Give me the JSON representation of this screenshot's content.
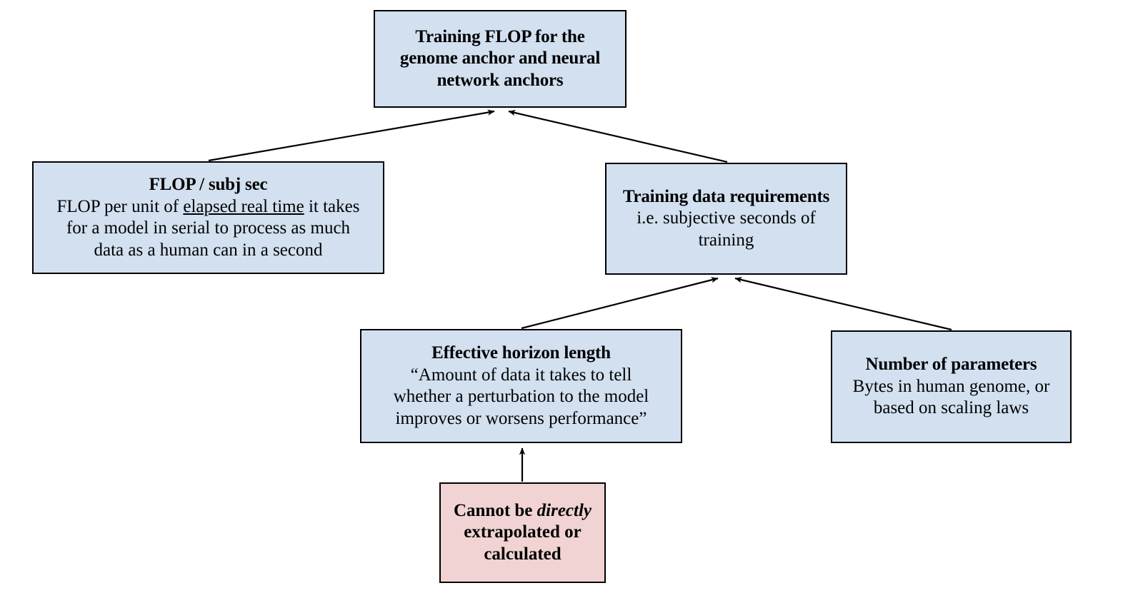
{
  "diagram": {
    "type": "flowchart",
    "background_color": "#ffffff",
    "node_fill_blue": "#d2e0f0",
    "node_fill_pink": "#f0d3d2",
    "node_border_color": "#000000",
    "connector_color": "#000000",
    "nodes": {
      "training_flop": {
        "title": "Training FLOP for the\ngenome anchor and neural\nnetwork anchors",
        "body": ""
      },
      "flop_subj_sec": {
        "title": "FLOP / subj sec",
        "body_part1": "FLOP per unit of ",
        "body_underlined": "elapsed real time",
        "body_part2": " it takes\nfor a model in serial  to process as much\ndata as a human can in a second"
      },
      "training_data_requirements": {
        "title": "Training data requirements",
        "body": "i.e. subjective seconds of\ntraining"
      },
      "effective_horizon_length": {
        "title": "Effective horizon length",
        "body": "“Amount of data it takes to tell\nwhether a perturbation to the model\nimproves or worsens performance”"
      },
      "number_of_parameters": {
        "title": "Number of parameters",
        "body": "Bytes in human genome, or\nbased on scaling laws"
      },
      "cannot_extrapolate": {
        "text_part1": "Cannot be ",
        "text_emphasis": "directly",
        "text_part2": "\nextrapolated or\ncalculated"
      }
    },
    "edges": [
      {
        "from": "flop_subj_sec",
        "to": "training_flop",
        "arrow": "to"
      },
      {
        "from": "training_data_requirements",
        "to": "training_flop",
        "arrow": "to"
      },
      {
        "from": "effective_horizon_length",
        "to": "training_data_requirements",
        "arrow": "to"
      },
      {
        "from": "number_of_parameters",
        "to": "training_data_requirements",
        "arrow": "to"
      },
      {
        "from": "cannot_extrapolate",
        "to": "effective_horizon_length",
        "arrow": "to"
      }
    ]
  }
}
